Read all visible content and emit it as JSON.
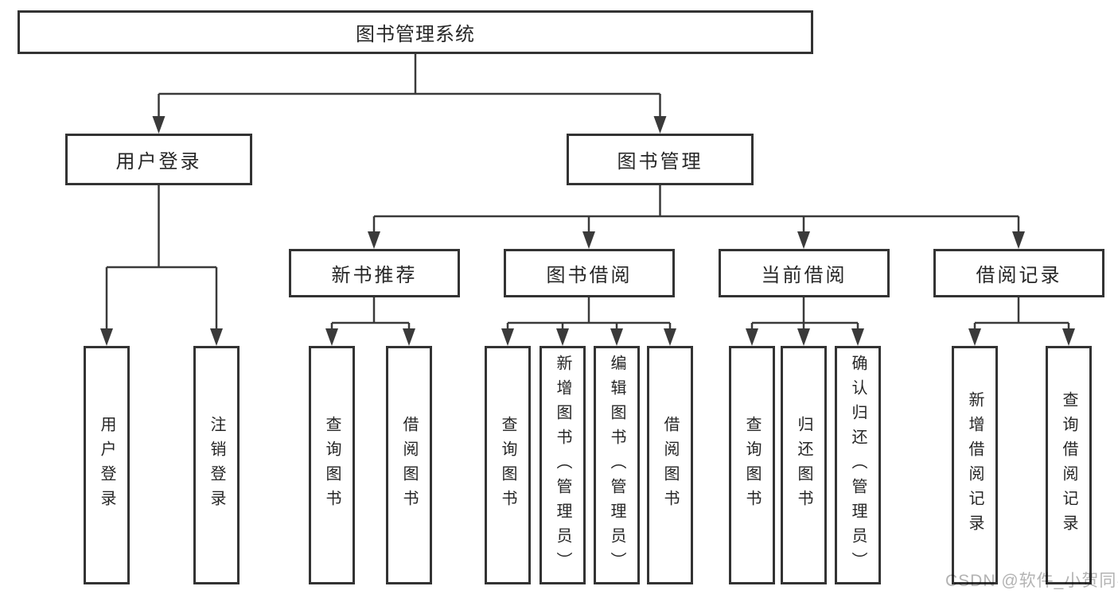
{
  "tree": {
    "label": "图书管理系统",
    "children": [
      {
        "label": "用户登录",
        "children": [
          {
            "label": "用户登录"
          },
          {
            "label": "注销登录"
          }
        ]
      },
      {
        "label": "图书管理",
        "children": [
          {
            "label": "新书推荐",
            "children": [
              {
                "label": "查询图书"
              },
              {
                "label": "借阅图书"
              }
            ]
          },
          {
            "label": "图书借阅",
            "children": [
              {
                "label": "查询图书"
              },
              {
                "label": "新增图书（管理员）"
              },
              {
                "label": "编辑图书（管理员）"
              },
              {
                "label": "借阅图书"
              }
            ]
          },
          {
            "label": "当前借阅",
            "children": [
              {
                "label": "查询图书"
              },
              {
                "label": "归还图书"
              },
              {
                "label": "确认归还（管理员）"
              }
            ]
          },
          {
            "label": "借阅记录",
            "children": [
              {
                "label": "新增借阅记录"
              },
              {
                "label": "查询借阅记录"
              }
            ]
          }
        ]
      }
    ]
  },
  "watermark": {
    "text": "CSDN @软件_小贺同学"
  },
  "colors": {
    "line": "#3a3a3a",
    "box_border": "#333333",
    "text": "#262626",
    "watermark": "#b3b3b3",
    "background": "#ffffff"
  }
}
